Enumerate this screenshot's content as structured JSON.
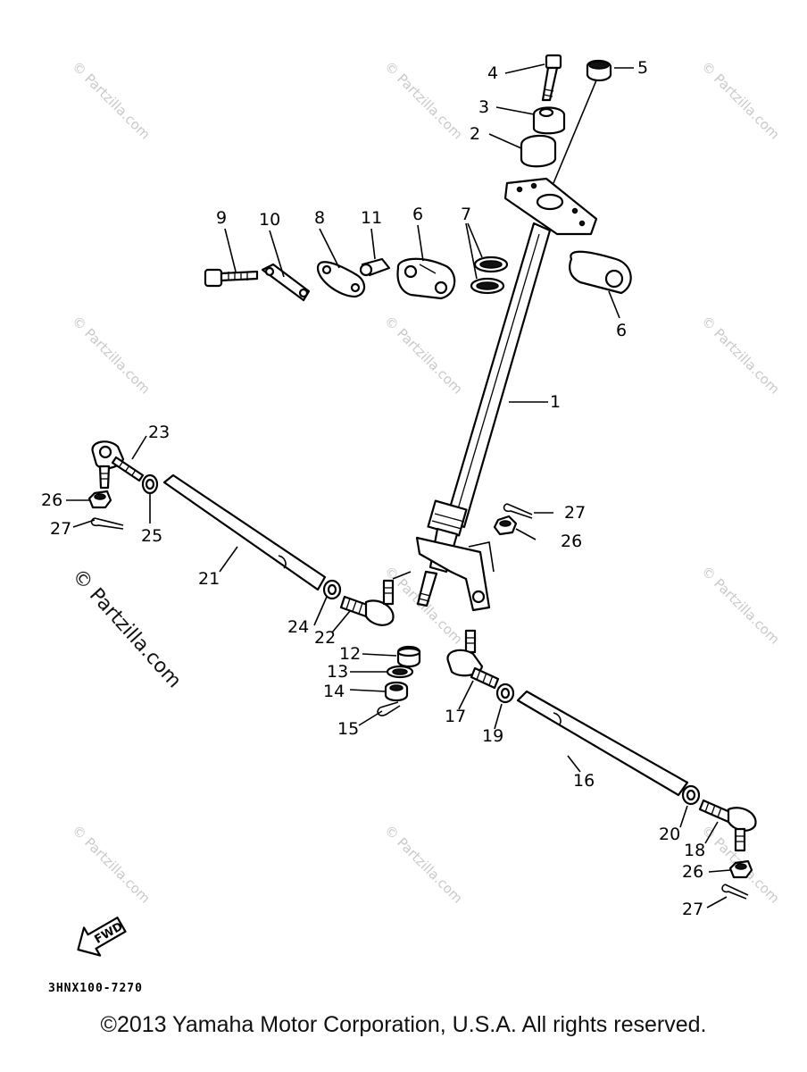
{
  "diagram": {
    "code": "3HNX100-7270",
    "fwd_label": "FWD",
    "copyright": "©2013 Yamaha Motor Corporation, U.S.A. All rights reserved.",
    "watermark_small": "© Partzilla.com",
    "watermark_large": "© Partzilla.com",
    "callouts": [
      "1",
      "2",
      "3",
      "4",
      "5",
      "6",
      "6",
      "7",
      "8",
      "9",
      "10",
      "11",
      "12",
      "13",
      "14",
      "15",
      "16",
      "17",
      "18",
      "19",
      "20",
      "21",
      "22",
      "23",
      "24",
      "25",
      "26",
      "26",
      "26",
      "27",
      "27",
      "27"
    ]
  }
}
